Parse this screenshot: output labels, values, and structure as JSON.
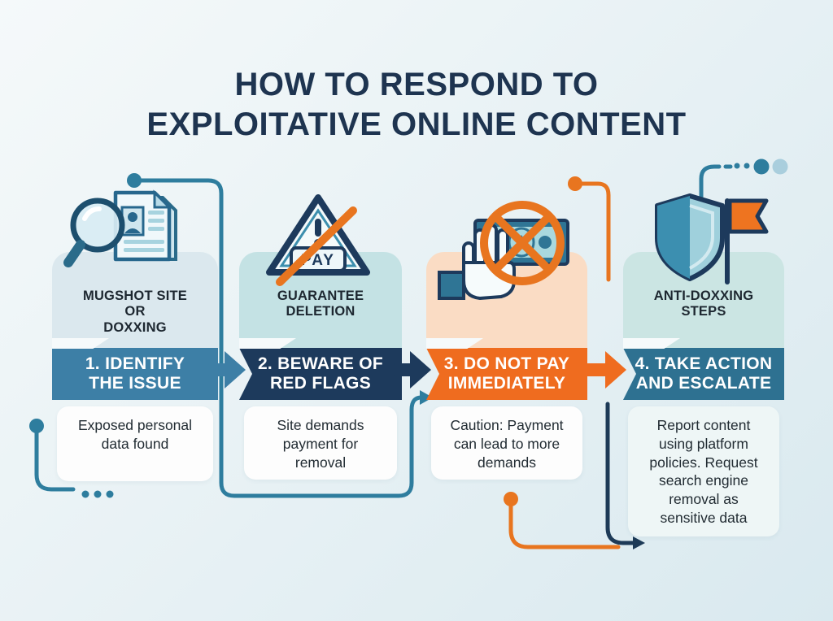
{
  "title": "HOW TO RESPOND TO\nEXPLOITATIVE ONLINE CONTENT",
  "palette": {
    "title_text": "#1e3450",
    "step1_bar": "#3d7fa6",
    "step2_bar": "#1d3a5c",
    "step3_bar": "#ef6c1f",
    "step4_bar": "#2e7191",
    "step1_card": "#dbe8ee",
    "step2_card": "#c4e2e4",
    "step3_card": "#fadcc4",
    "step4_card": "#cbe5e3",
    "connector_teal": "#2e7d9e",
    "connector_orange": "#e8751f",
    "connector_navy": "#1d3a57"
  },
  "steps": [
    {
      "caption": "MUGSHOT SITE\nOR\nDOXXING",
      "bar_label": "1. IDENTIFY\nTHE ISSUE",
      "body": "Exposed personal\ndata found",
      "icon": "magnifier-documents-icon"
    },
    {
      "caption": "GUARANTEE\nDELETION",
      "bar_label": "2. BEWARE OF\nRED FLAGS",
      "body": "Site demands\npayment for\nremoval",
      "icon": "no-pay-warning-triangle-icon",
      "icon_text": "PAY"
    },
    {
      "caption": "",
      "bar_label": "3. DO NOT PAY\nIMMEDIATELY",
      "body": "Caution: Payment\ncan lead to more\ndemands",
      "icon": "stop-hand-crossed-money-icon"
    },
    {
      "caption": "ANTI-DOXXING\nSTEPS",
      "bar_label": "4. TAKE ACTION\nAND ESCALATE",
      "body": "Report content\nusing platform\npolicies. Request\nsearch engine\nremoval as\nsensitive data",
      "icon": "shield-flag-icon"
    }
  ]
}
